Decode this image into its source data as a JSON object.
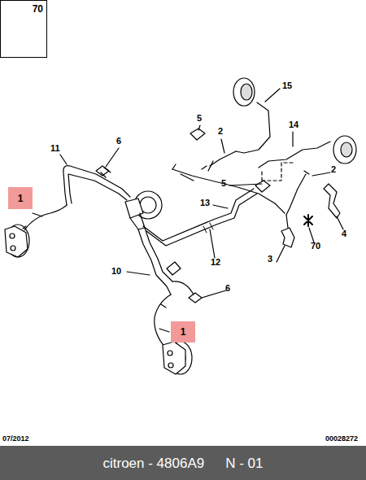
{
  "diagram": {
    "nodes": [
      {
        "text": [
          "70"
        ]
      },
      {
        "text": [
          "1"
        ]
      },
      {
        "text": [
          "1"
        ]
      },
      {
        "text": [
          "citroen - 4806A9",
          "N - 01"
        ]
      }
    ],
    "labels": [
      "15",
      "14",
      "5",
      "2",
      "11",
      "6",
      "2",
      "5",
      "13",
      "4",
      "70",
      "12",
      "3",
      "10",
      "6",
      "07/2012",
      "00028272"
    ]
  }
}
